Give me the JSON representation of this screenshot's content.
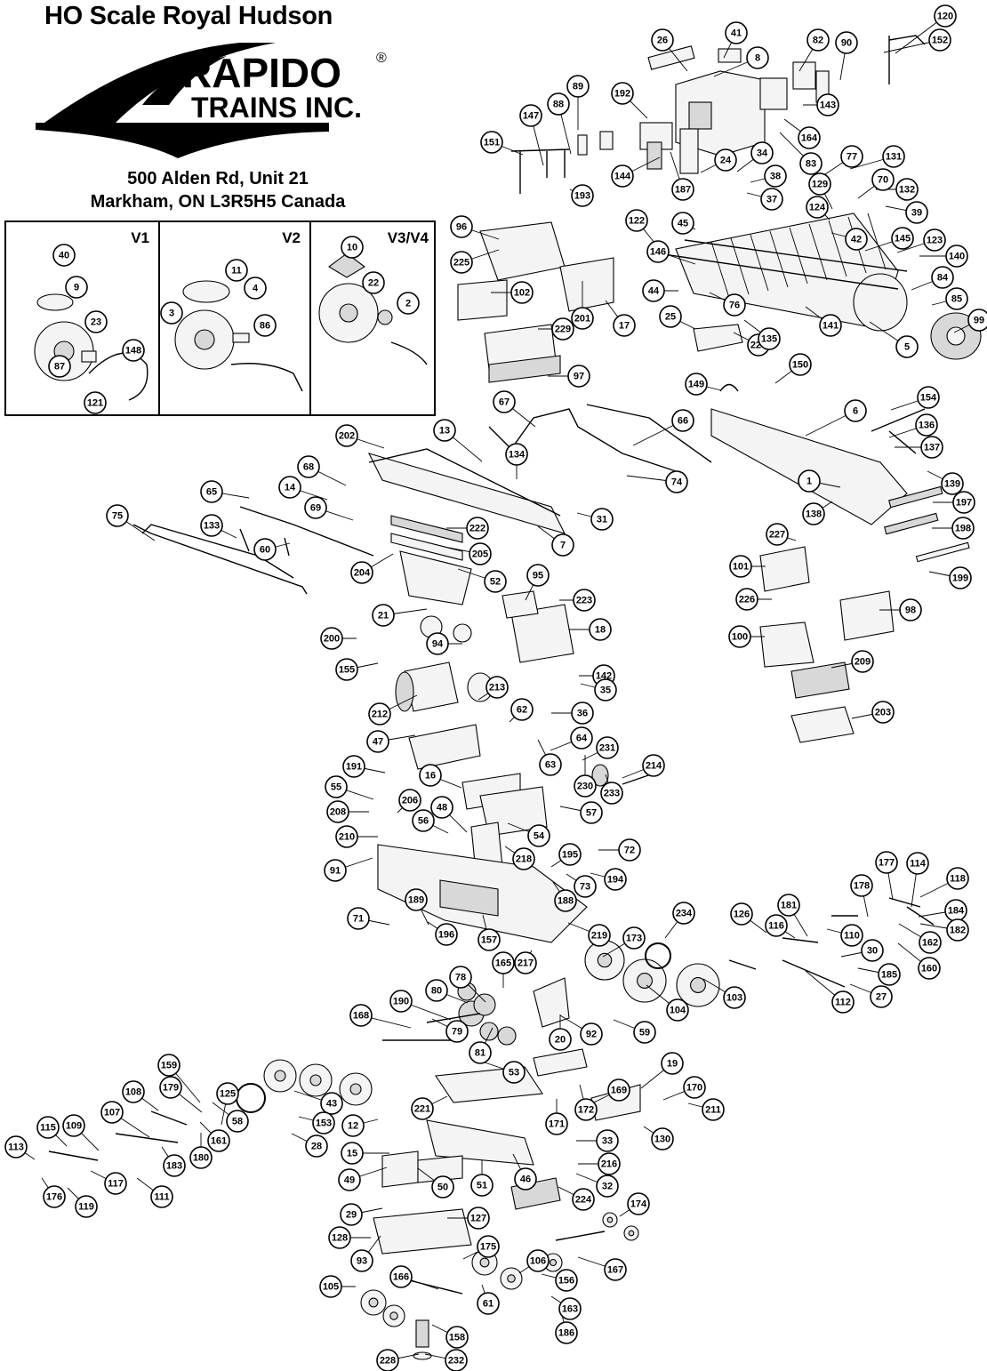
{
  "title": "HO Scale Royal Hudson",
  "logo": {
    "brand": "RAPIDO",
    "sub": "TRAINS INC.",
    "mark": "®"
  },
  "address": {
    "line1": "500 Alden Rd, Unit 21",
    "line2": "Markham, ON L3R5H5 Canada"
  },
  "variants": [
    {
      "label": "V1",
      "parts": [
        "40",
        "9",
        "23",
        "87",
        "148",
        "121"
      ]
    },
    {
      "label": "V2",
      "parts": [
        "11",
        "4",
        "3",
        "86"
      ]
    },
    {
      "label": "V3/V4",
      "parts": [
        "10",
        "22",
        "2"
      ]
    }
  ],
  "callouts": [
    "120",
    "152",
    "26",
    "41",
    "8",
    "82",
    "90",
    "143",
    "164",
    "83",
    "192",
    "89",
    "88",
    "147",
    "151",
    "144",
    "187",
    "24",
    "34",
    "77",
    "131",
    "38",
    "37",
    "70",
    "132",
    "39",
    "129",
    "124",
    "42",
    "193",
    "96",
    "225",
    "102",
    "201",
    "17",
    "45",
    "122",
    "146",
    "44",
    "76",
    "25",
    "220",
    "135",
    "141",
    "145",
    "123",
    "140",
    "84",
    "85",
    "99",
    "5",
    "229",
    "97",
    "150",
    "149",
    "67",
    "66",
    "6",
    "154",
    "136",
    "137",
    "13",
    "134",
    "202",
    "68",
    "14",
    "74",
    "1",
    "139",
    "138",
    "197",
    "198",
    "65",
    "133",
    "60",
    "69",
    "31",
    "7",
    "227",
    "222",
    "205",
    "204",
    "75",
    "52",
    "101",
    "226",
    "98",
    "199",
    "95",
    "223",
    "21",
    "18",
    "100",
    "209",
    "200",
    "94",
    "155",
    "142",
    "35",
    "213",
    "212",
    "62",
    "36",
    "203",
    "47",
    "64",
    "231",
    "63",
    "214",
    "230",
    "233",
    "191",
    "16",
    "55",
    "206",
    "57",
    "208",
    "48",
    "54",
    "56",
    "210",
    "218",
    "195",
    "72",
    "91",
    "73",
    "194",
    "188",
    "177",
    "114",
    "118",
    "181",
    "178",
    "116",
    "184",
    "126",
    "182",
    "189",
    "71",
    "196",
    "157",
    "219",
    "217",
    "234",
    "173",
    "110",
    "30",
    "162",
    "160",
    "165",
    "78",
    "80",
    "104",
    "103",
    "185",
    "112",
    "27",
    "190",
    "168",
    "79",
    "92",
    "59",
    "81",
    "20",
    "169",
    "19",
    "58",
    "125",
    "159",
    "179",
    "108",
    "43",
    "153",
    "53",
    "170",
    "221",
    "172",
    "211",
    "12",
    "171",
    "107",
    "28",
    "130",
    "180",
    "183",
    "115",
    "109",
    "161",
    "15",
    "113",
    "117",
    "33",
    "176",
    "119",
    "111",
    "49",
    "216",
    "50",
    "51",
    "46",
    "32",
    "224",
    "174",
    "29",
    "127",
    "128",
    "93",
    "175",
    "106",
    "166",
    "167",
    "105",
    "156",
    "61",
    "163",
    "186",
    "158",
    "228",
    "232"
  ]
}
